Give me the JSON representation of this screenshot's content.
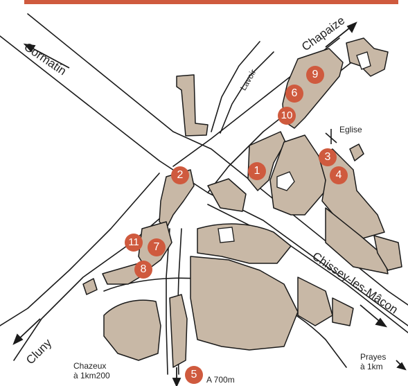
{
  "colors": {
    "building": "#c8b8a6",
    "outline": "#1a1a1a",
    "marker": "#cf5a3e",
    "banner": "#cf5a3e"
  },
  "roads": {
    "cormatin": "Cormatin",
    "chapaize": "Chapaize",
    "chissey": "Chissey-les-Mâcon",
    "cluny": "Cluny"
  },
  "places": {
    "lavoir": "Lavoir",
    "eglise": "Eglise",
    "chazeux": [
      "Chazeux",
      "à 1km200"
    ],
    "prayes": [
      "Prayes",
      "à 1km"
    ],
    "distance5": "A 700m"
  },
  "markers": [
    "1",
    "2",
    "3",
    "4",
    "5",
    "6",
    "7",
    "8",
    "9",
    "10",
    "11"
  ],
  "icons": {
    "direction": "arrow-icon",
    "church": "cross-icon"
  }
}
